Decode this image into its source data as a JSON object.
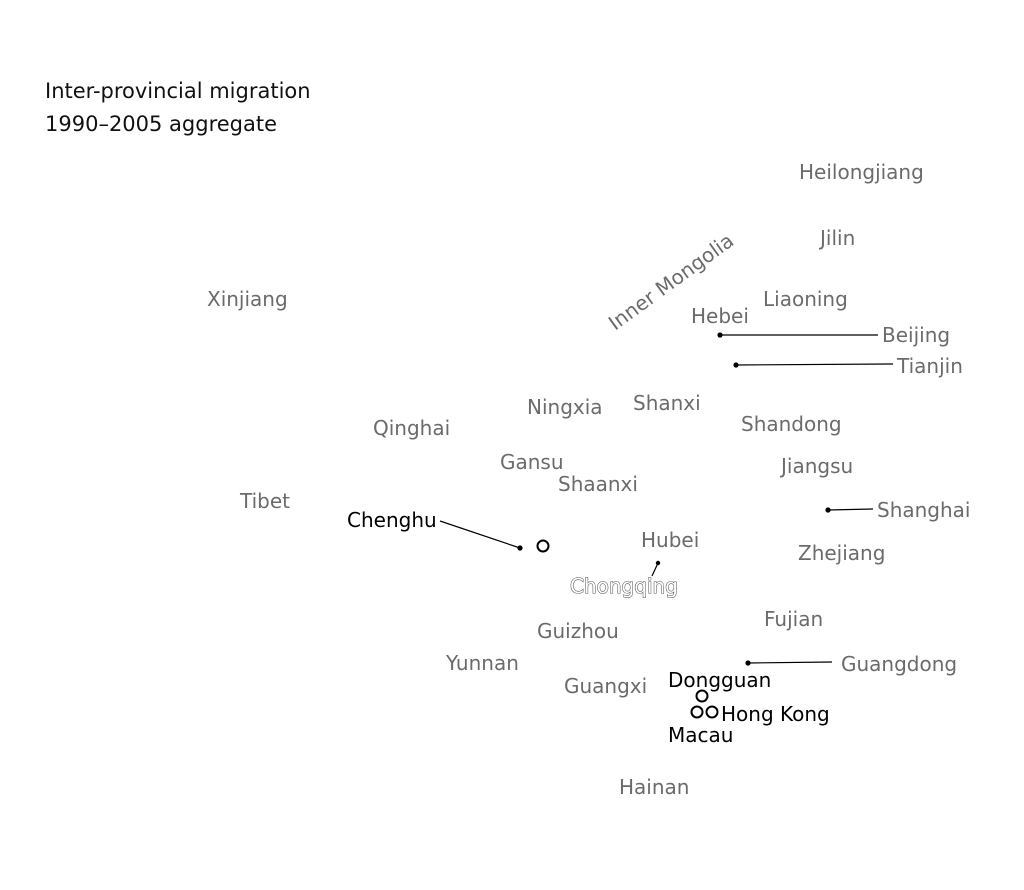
{
  "title": {
    "line1": "Inter-provincial migration",
    "line2": "1990–2005 aggregate"
  },
  "provinces": {
    "heilongjiang": "Heilongjiang",
    "jilin": "Jilin",
    "inner_mongolia": "Inner Mongolia",
    "xinjiang": "Xinjiang",
    "liaoning": "Liaoning",
    "hebei": "Hebei",
    "beijing": "Beijing",
    "tianjin": "Tianjin",
    "ningxia": "Ningxia",
    "shanxi": "Shanxi",
    "qinghai": "Qinghai",
    "shandong": "Shandong",
    "gansu": "Gansu",
    "jiangsu": "Jiangsu",
    "shaanxi": "Shaanxi",
    "tibet": "Tibet",
    "shanghai": "Shanghai",
    "hubei": "Hubei",
    "zhejiang": "Zhejiang",
    "chongqing": "Chongqing",
    "guizhou": "Guizhou",
    "fujian": "Fujian",
    "yunnan": "Yunnan",
    "guangdong": "Guangdong",
    "guangxi": "Guangxi",
    "hainan": "Hainan"
  },
  "cities": {
    "chenghu": "Chenghu",
    "dongguan": "Dongguan",
    "hong_kong": "Hong Kong",
    "macau": "Macau"
  },
  "colors": {
    "province_label": "#6b6b6b",
    "city_label": "#000000",
    "leader_line": "#000000"
  }
}
